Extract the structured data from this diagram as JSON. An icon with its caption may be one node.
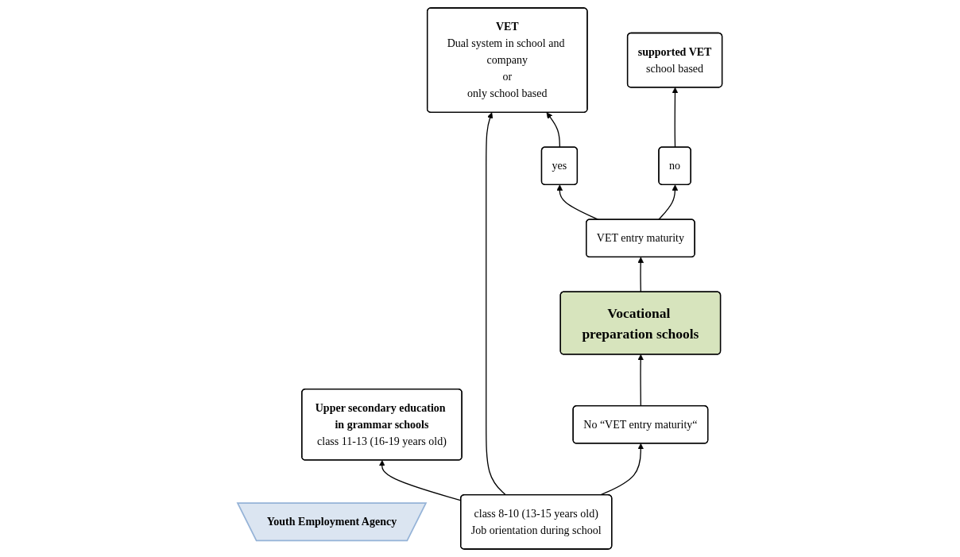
{
  "diagram": {
    "nodes": [
      {
        "text": [
          "Upper secondary education in grammar schools",
          "class 11-13 (16-19 years old)"
        ]
      },
      {
        "text": [
          "VET",
          "Dual system in school and company",
          "or",
          "only school based"
        ]
      },
      {
        "text": [
          "supported VET",
          "school based"
        ]
      },
      {
        "text": [
          "Youth Employment Agency"
        ]
      },
      {
        "text": [
          "yes"
        ]
      },
      {
        "text": [
          "VET entry maturity"
        ]
      },
      {
        "text": [
          "no"
        ]
      },
      {
        "text": [
          "Vocational preparation schools"
        ]
      },
      {
        "text": [
          "No “VET entry maturity“"
        ]
      },
      {
        "text": [
          "class 8-10 (13-15 years old)",
          "Job orientation during school"
        ]
      }
    ],
    "edges": [
      {
        "from": 9,
        "to": 0,
        "arrow": "to"
      },
      {
        "from": 9,
        "to": 1,
        "arrow": "to"
      },
      {
        "from": 9,
        "to": 8,
        "arrow": "to"
      },
      {
        "from": 8,
        "to": 7,
        "arrow": "to"
      },
      {
        "from": 7,
        "to": 5,
        "arrow": "to"
      },
      {
        "from": 5,
        "to": 4,
        "arrow": "to"
      },
      {
        "from": 5,
        "to": 6,
        "arrow": "to"
      },
      {
        "from": 4,
        "to": 1,
        "arrow": "to"
      },
      {
        "from": 6,
        "to": 2,
        "arrow": "to"
      }
    ]
  }
}
